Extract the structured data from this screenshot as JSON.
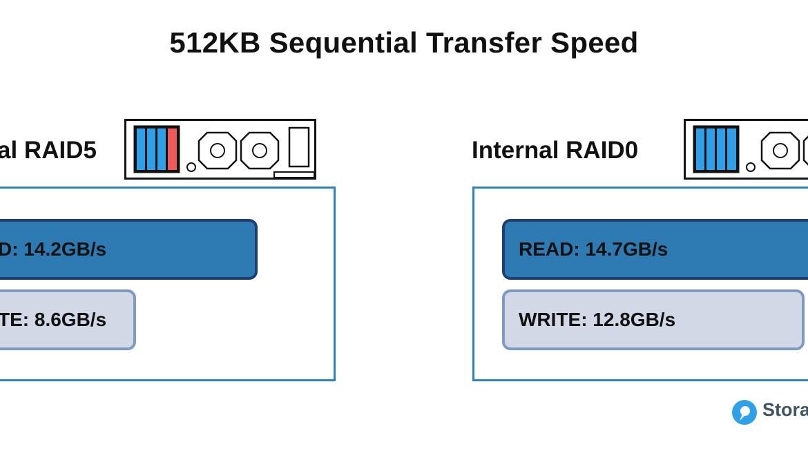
{
  "header": {
    "title": "512KB Sequential Transfer Speed"
  },
  "colors": {
    "panel_border": "#2e82b8",
    "read_fill": "#2e7ab3",
    "read_border": "#1c3f78",
    "write_fill": "#d2d8e6",
    "write_border": "#7d9bc2",
    "drive_blue": "#2f9fe8",
    "drive_red": "#ec5a5a"
  },
  "panels": [
    {
      "label": "al RAID5",
      "read_label": "D: 14.2GB/s",
      "write_label": "TE: 8.6GB/s"
    },
    {
      "label": "Internal RAID0",
      "read_label": "READ: 14.7GB/s",
      "write_label": "WRITE: 12.8GB/s"
    }
  ],
  "logo": {
    "text": "Stora",
    "icon": "storage-review-logo-icon"
  },
  "chart_data": {
    "type": "bar",
    "orientation": "horizontal",
    "title": "512KB Sequential Transfer Speed",
    "categories": [
      "al RAID5",
      "Internal RAID0"
    ],
    "series": [
      {
        "name": "READ",
        "values": [
          14.2,
          14.7
        ],
        "unit": "GB/s"
      },
      {
        "name": "WRITE",
        "values": [
          8.6,
          12.8
        ],
        "unit": "GB/s"
      }
    ],
    "xlim": [
      0,
      15
    ],
    "grid": false,
    "legend": "none"
  }
}
